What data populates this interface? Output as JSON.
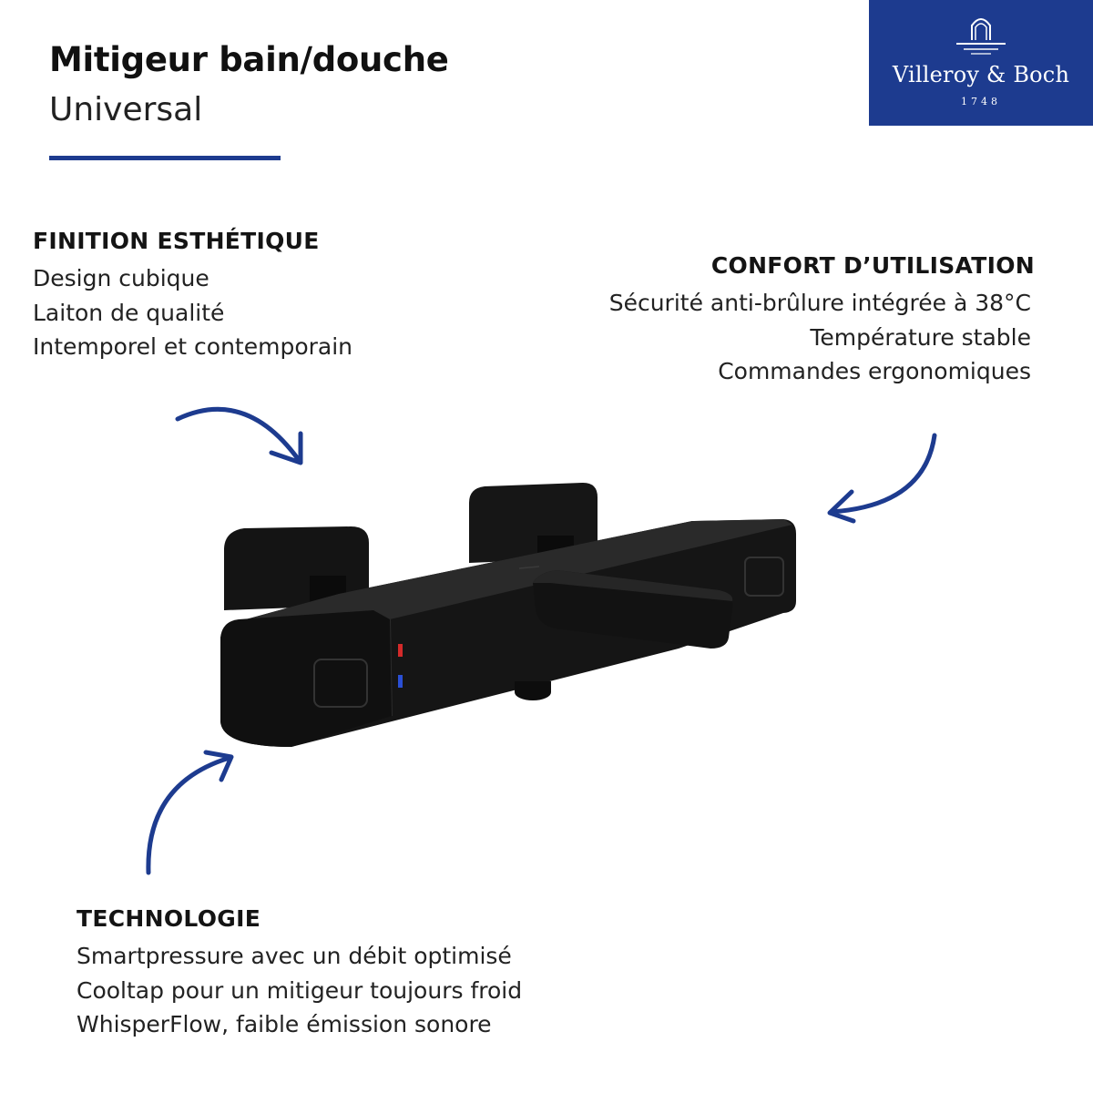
{
  "header": {
    "title": "Mitigeur bain/douche",
    "subtitle": "Universal"
  },
  "logo": {
    "name": "Villeroy & Boch",
    "year": "1748"
  },
  "features": {
    "finition": {
      "heading": "FINITION ESTHÉTIQUE",
      "lines": [
        "Design cubique",
        "Laiton de qualité",
        "Intemporel et contemporain"
      ]
    },
    "confort": {
      "heading": "CONFORT D’UTILISATION",
      "lines": [
        "Sécurité anti-brûlure intégrée à 38°C",
        "Température stable",
        "Commandes ergonomiques"
      ]
    },
    "technologie": {
      "heading": "TECHNOLOGIE",
      "lines": [
        "Smartpressure avec un débit optimisé",
        "Cooltap pour un mitigeur toujours froid",
        "WhisperFlow, faible émission sonore"
      ]
    }
  },
  "colors": {
    "brand_blue": "#1d3b8f",
    "product_black": "#111111",
    "hot_indicator": "#d42a2a",
    "cold_indicator": "#2a4fd4"
  },
  "icons": [
    "arrow-curved-icon",
    "villeroy-boch-fountain-logo"
  ]
}
